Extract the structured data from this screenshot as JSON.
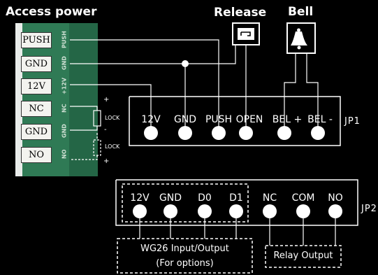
{
  "header": {
    "access_power": "Access power",
    "release": "Release",
    "bell": "Bell"
  },
  "access_terminals": [
    {
      "label": "PUSH",
      "side": "PUSH"
    },
    {
      "label": "GND",
      "side": "GND"
    },
    {
      "label": "12V",
      "side": "+12V"
    },
    {
      "label": "NC",
      "side": "NC"
    },
    {
      "label": "GND",
      "side": "GND"
    },
    {
      "label": "NO",
      "side": "NO"
    }
  ],
  "lock": {
    "label_1": "LOCK",
    "label_2": "LOCK",
    "plus": "+",
    "minus": "-"
  },
  "jp1": {
    "name": "JP1",
    "pins": [
      "12V",
      "GND",
      "PUSH",
      "OPEN",
      "BEL +",
      "BEL -"
    ]
  },
  "jp2": {
    "name": "JP2",
    "pins": [
      "12V",
      "GND",
      "D0",
      "D1",
      "NC",
      "COM",
      "NO"
    ]
  },
  "wg26_box": {
    "line_1": "WG26 Input/Output",
    "line_2": "(For options)"
  },
  "relay_box": {
    "label": "Relay Output"
  },
  "colors": {
    "background": "#000000",
    "board_green": "#2f7a55",
    "terminal_fill": "#f3f3ef",
    "wire": "#ffffff"
  }
}
